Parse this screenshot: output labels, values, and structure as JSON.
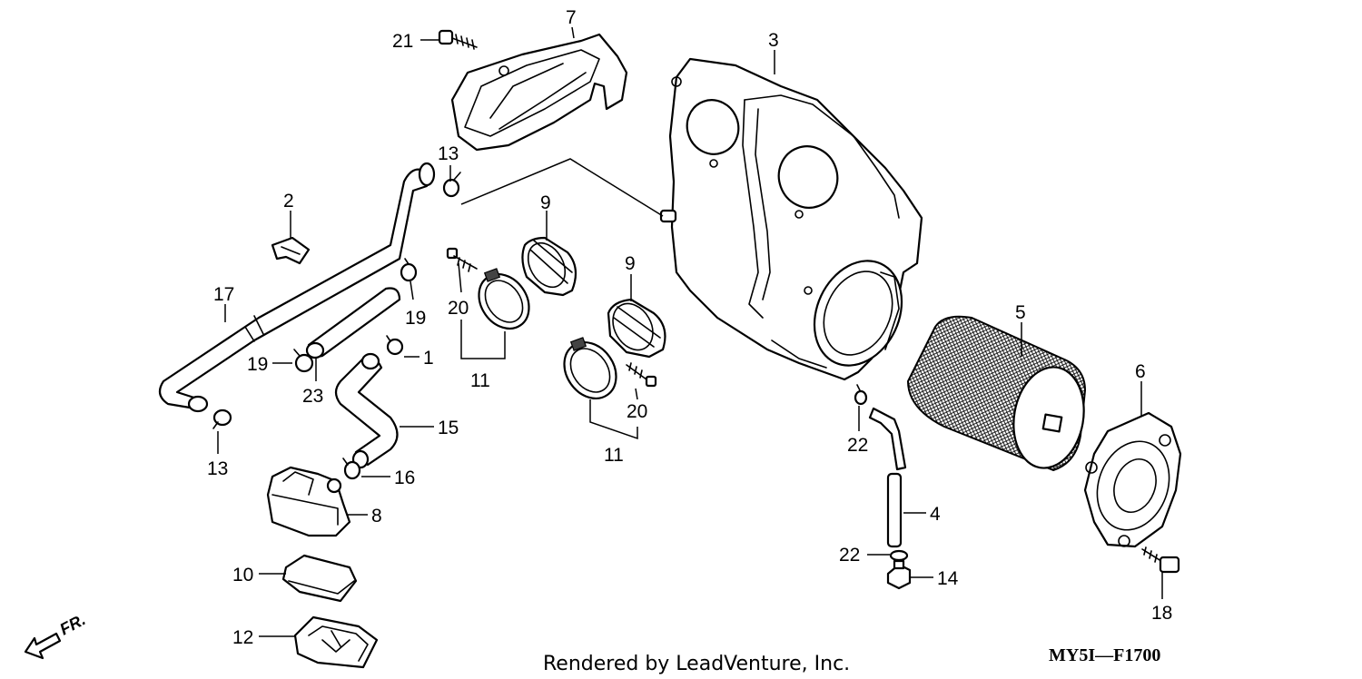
{
  "labels": {
    "p1": "1",
    "p2": "2",
    "p3": "3",
    "p4": "4",
    "p5": "5",
    "p6": "6",
    "p7": "7",
    "p8": "8",
    "p9a": "9",
    "p9b": "9",
    "p10": "10",
    "p11a": "11",
    "p11b": "11",
    "p12": "12",
    "p13a": "13",
    "p13b": "13",
    "p14": "14",
    "p15": "15",
    "p16": "16",
    "p17": "17",
    "p18": "18",
    "p19a": "19",
    "p19b": "19",
    "p20a": "20",
    "p20b": "20",
    "p21": "21",
    "p22a": "22",
    "p22b": "22",
    "p23": "23"
  },
  "footer": {
    "credit": "Rendered by LeadVenture, Inc.",
    "code": "MY5I—F1700",
    "direction": "FR."
  },
  "icons": {
    "direction": "front-arrow-icon"
  }
}
